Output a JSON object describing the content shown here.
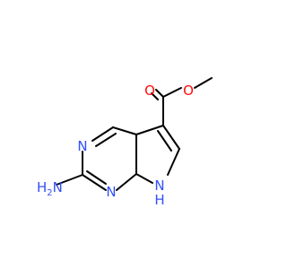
{
  "molecule": {
    "atoms": {
      "carbonyl_oxygen": "O",
      "ester_oxygen": "O",
      "ring_nitrogen_top": "N",
      "ring_nitrogen_bottom": "N",
      "amine_nitrogen": "N",
      "amine_h2": "H",
      "amine_h2_subscript": "2",
      "pyrrole_n": "N",
      "pyrrole_h": "H"
    },
    "colors": {
      "bond": "#000000",
      "oxygen": "#ff0d0d",
      "nitrogen": "#3050f8"
    }
  }
}
